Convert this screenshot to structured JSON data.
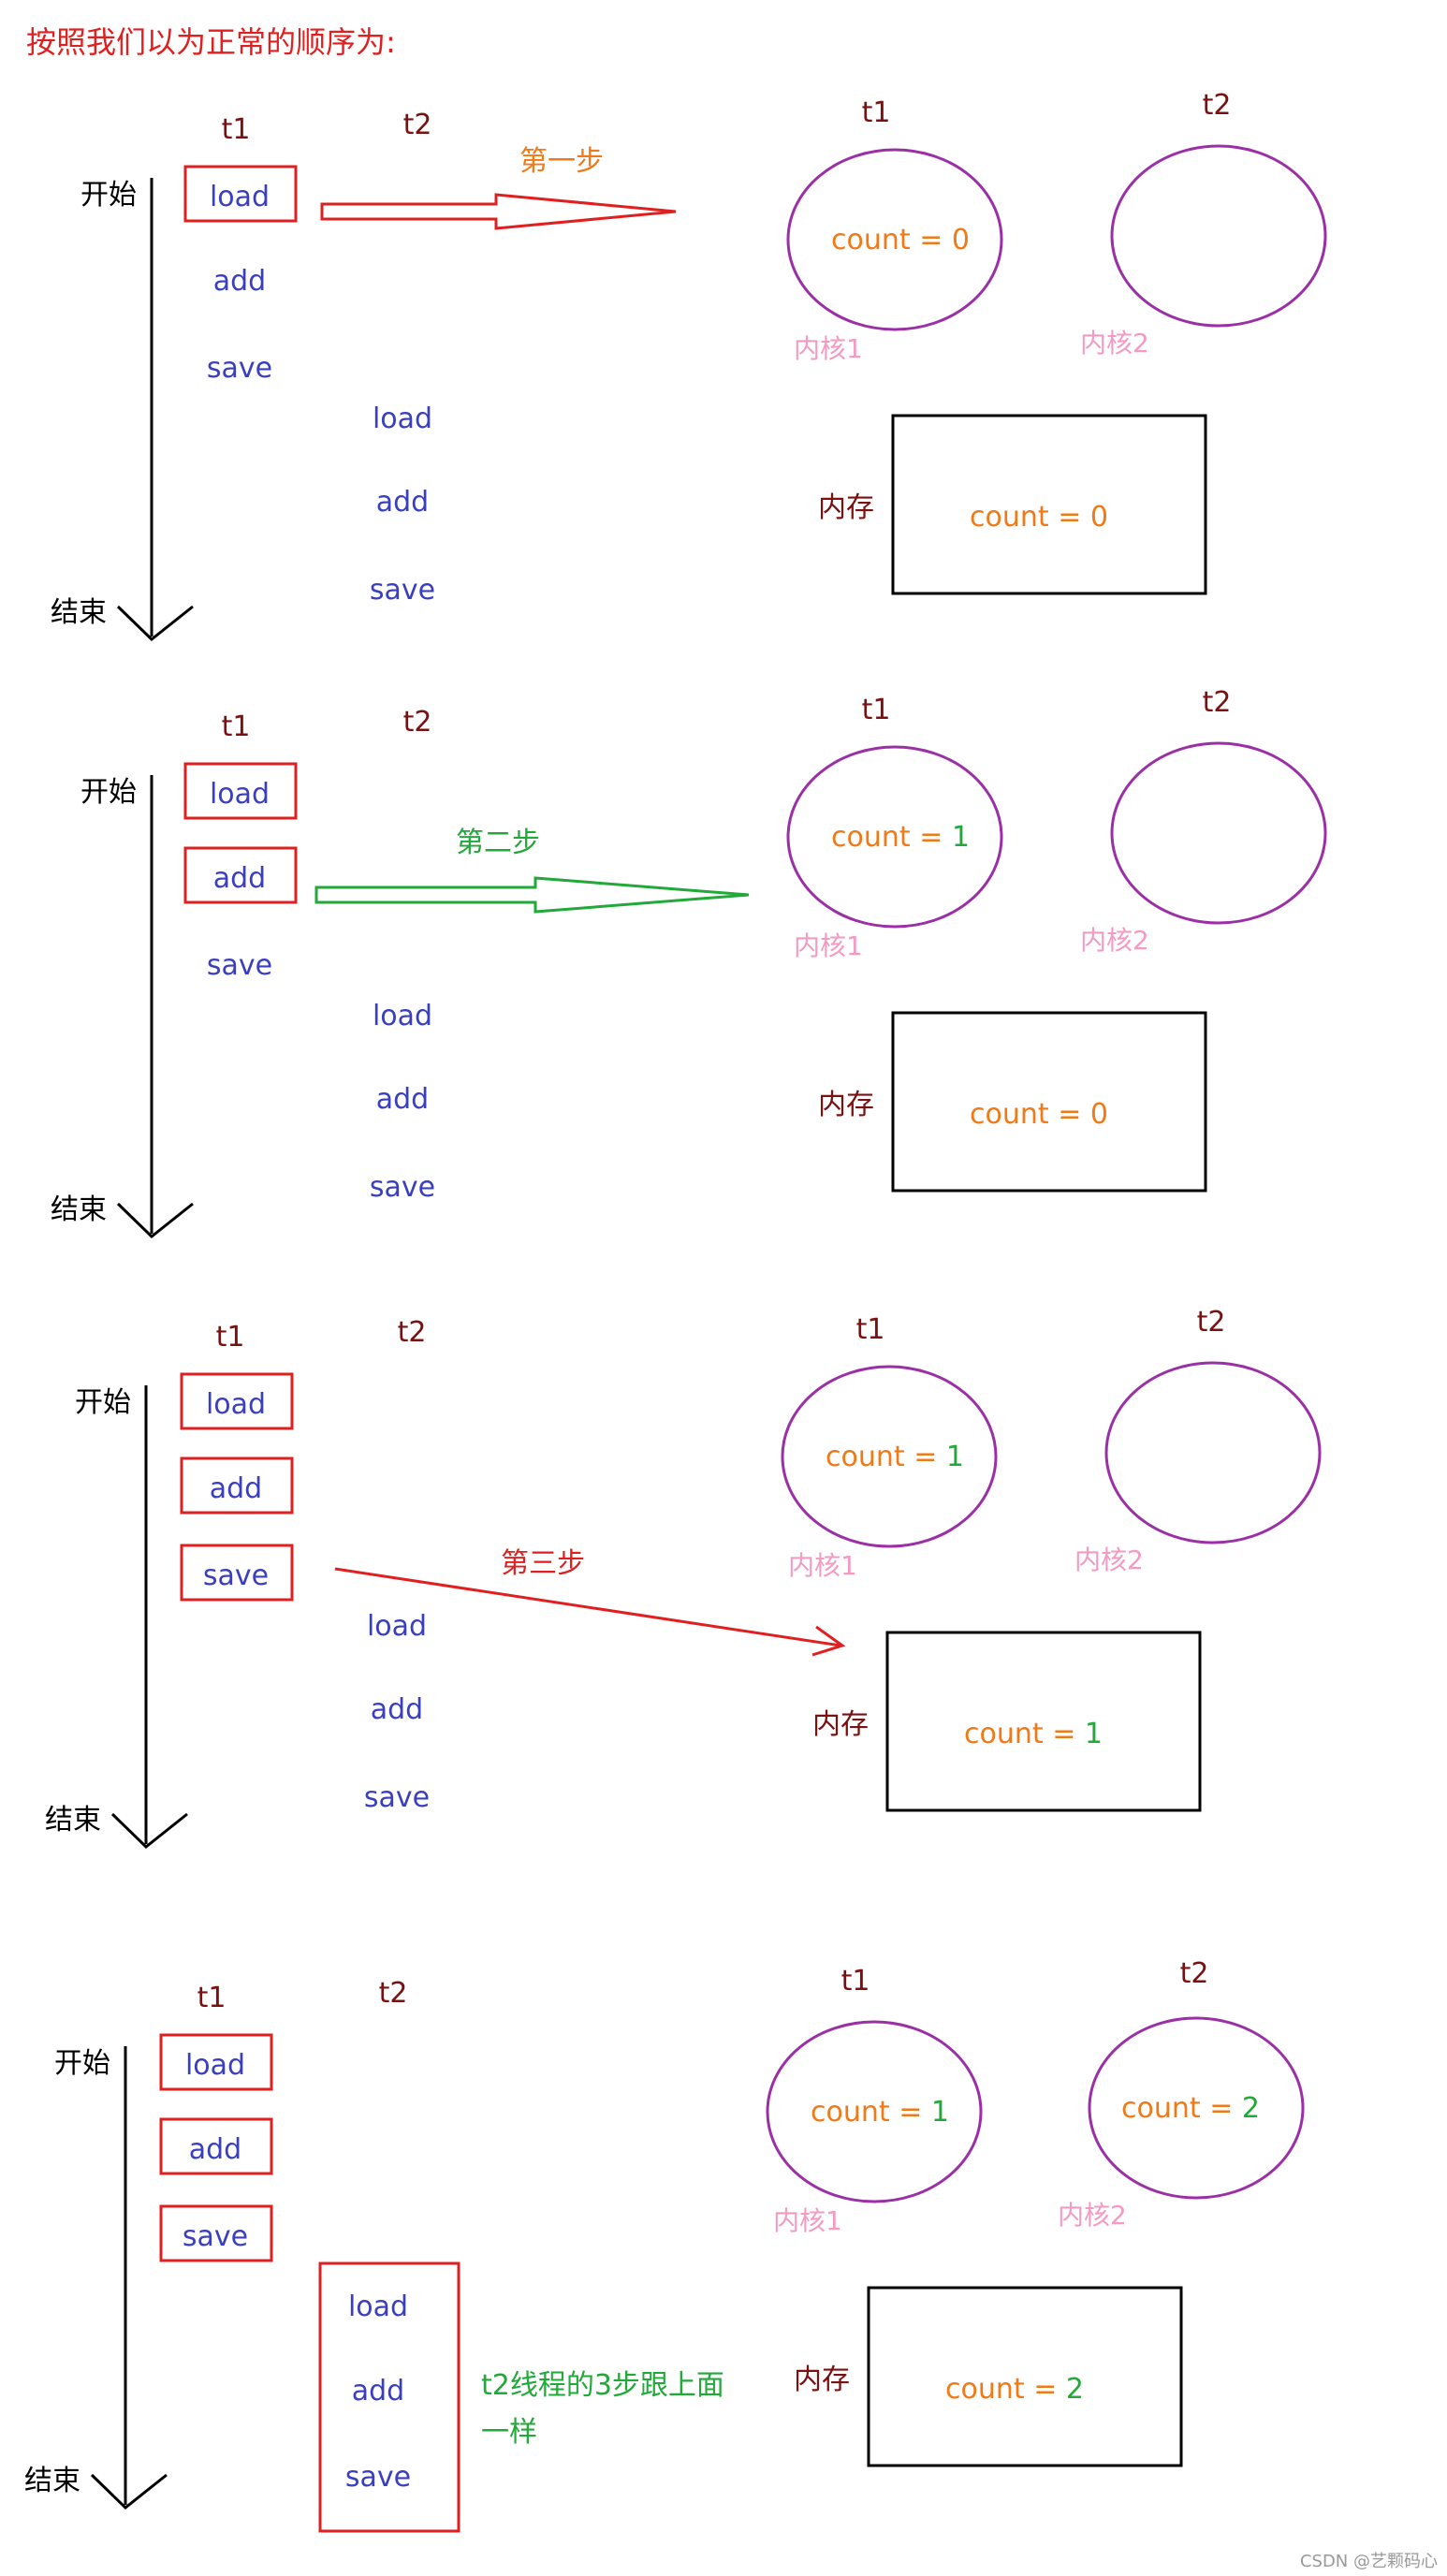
{
  "title": "按照我们以为正常的顺序为:",
  "footer": "CSDN @艺颗码心",
  "labels": {
    "start": "开始",
    "end": "结束",
    "t1": "t1",
    "t2": "t2",
    "memory": "内存",
    "core1": "内核1",
    "core2": "内核2"
  },
  "ops": [
    "load",
    "add",
    "save"
  ],
  "count_prefix": "count = ",
  "panels": [
    {
      "step_label": "第一步",
      "step_color": "#f07a17",
      "arrow_color": "#e02020",
      "highlighted_t1_ops": 1,
      "t2_box": false,
      "core1_value": "0",
      "core2_value": "",
      "memory_value": "0"
    },
    {
      "step_label": "第二步",
      "step_color": "#22a93a",
      "arrow_color": "#22a93a",
      "highlighted_t1_ops": 2,
      "t2_box": false,
      "core1_value": "1",
      "core2_value": "",
      "memory_value": "0"
    },
    {
      "step_label": "第三步",
      "step_color": "#e02020",
      "arrow_color": "#e02020",
      "highlighted_t1_ops": 3,
      "t2_box": false,
      "core1_value": "1",
      "core2_value": "",
      "memory_value": "1"
    },
    {
      "step_label": "",
      "note": "t2线程的3步跟上面一样",
      "note_lines": [
        "t2线程的3步跟上面",
        "一样"
      ],
      "highlighted_t1_ops": 3,
      "t2_box": true,
      "core1_value": "1",
      "core2_value": "2",
      "memory_value": "2"
    }
  ],
  "colors": {
    "title": "#e02020",
    "thread_label": "#7a1010",
    "op_text": "#3a3fc0",
    "op_box": "#e02020",
    "circle": "#9b2fa6",
    "core_label": "#f59ac3",
    "count_text": "#f07a17",
    "count_zero": "#f07a17",
    "count_changed": "#22a93a",
    "memory_label": "#7a1010",
    "note": "#22a93a",
    "axis": "#000000",
    "footer": "#999999"
  }
}
